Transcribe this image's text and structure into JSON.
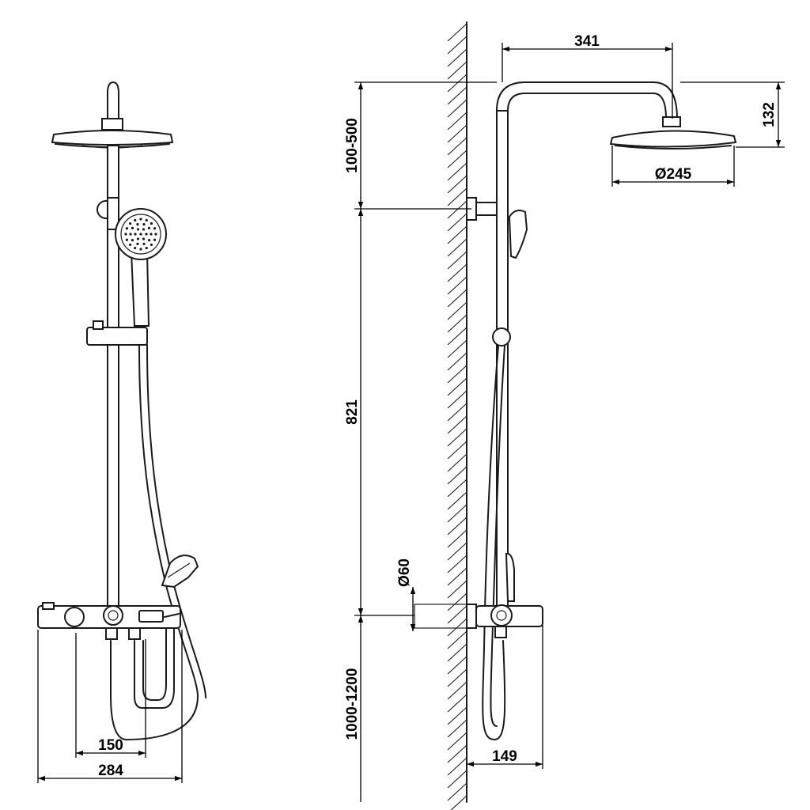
{
  "dimensions": {
    "arm_reach": "341",
    "head_drop": "132",
    "head_diameter": "Ø245",
    "bracket_range": "100-500",
    "riser_length": "821",
    "inlet_diameter": "Ø60",
    "install_height": "1000-1200",
    "projection": "149",
    "inlet_spacing": "150",
    "mixer_width": "284"
  }
}
